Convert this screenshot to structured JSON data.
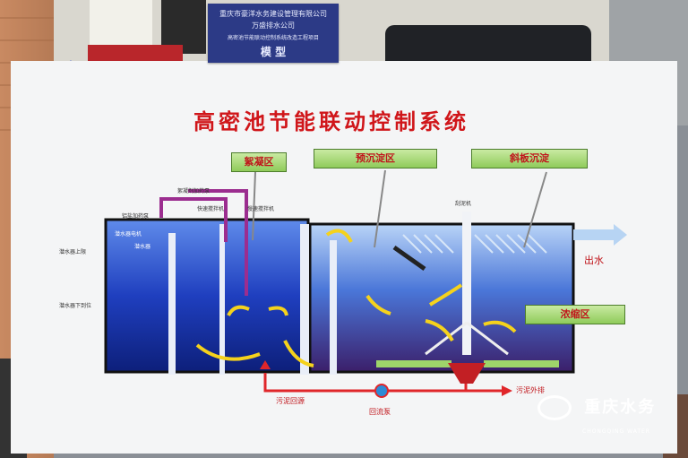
{
  "plate": {
    "line1": "重庆市豪洋水务建设管理有限公司",
    "line2": "万盛排水公司",
    "line3": "高密池节能联动控制系统改造工程项目",
    "line4": "模 型"
  },
  "title": "高密池节能联动控制系统",
  "zones": {
    "floc": "絮凝区",
    "presettle": "预沉淀区",
    "tube": "斜板沉淀",
    "thicken": "浓缩区"
  },
  "labels": {
    "dosing1": "絮凝剂加药泵",
    "dosing2": "铝盐加药泵",
    "mixer1": "快速搅拌机",
    "mixer2": "慢速搅拌机",
    "scraper": "刮泥机",
    "mixer_motor": "潜水器电机",
    "mixer_box": "潜水器",
    "level_high": "潜水器上限",
    "level_low": "潜水器下到位",
    "outlet": "出水",
    "sludge_return": "污泥回源",
    "sludge_out": "污泥外排",
    "pump": "回流泵"
  },
  "logo": {
    "cn": "重庆水务",
    "en": "CHONGQING WATER"
  },
  "colors": {
    "title_red": "#d0161a",
    "tank_blue": "#2a4bc9",
    "zone_green": "#8fcb5a",
    "plate_blue": "#2c3a86",
    "arrow_yellow": "#f5d21c"
  }
}
